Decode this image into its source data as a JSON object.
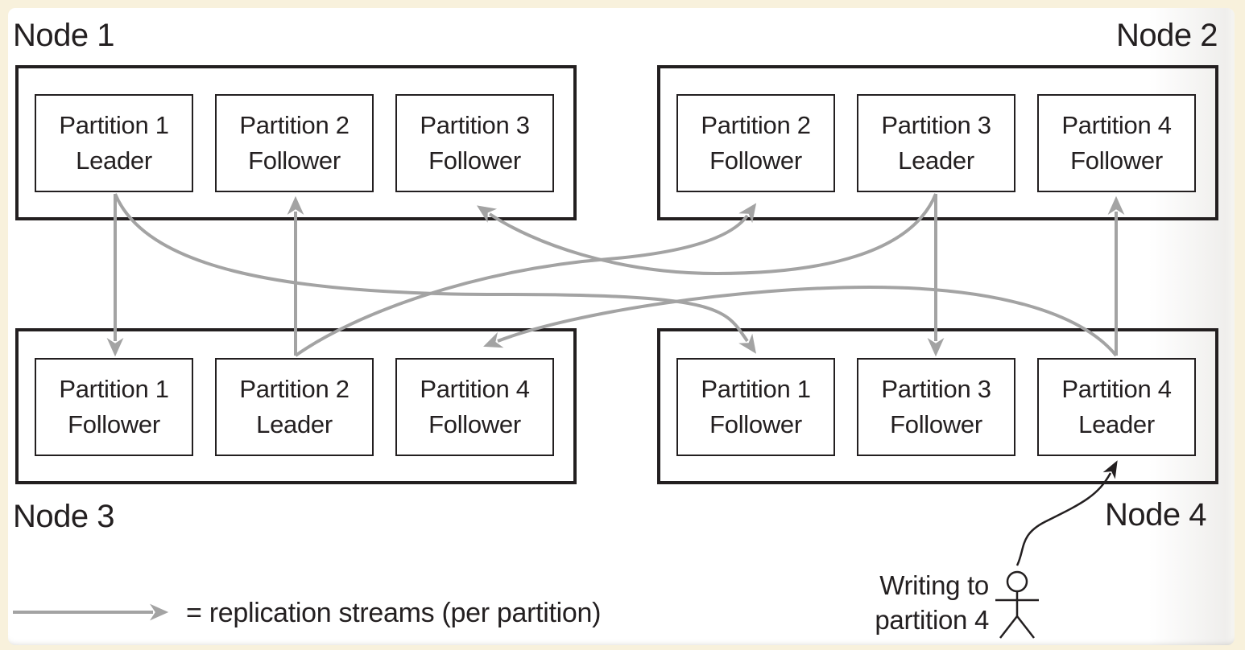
{
  "theme": {
    "bg": "#f8f1dc",
    "panel": "#ffffff",
    "ink": "#231f20",
    "arrow": "#a3a3a3"
  },
  "nodes": [
    {
      "label": "Node 1",
      "label_position": "top-left",
      "partitions": [
        {
          "name": "Partition 1",
          "role": "Leader"
        },
        {
          "name": "Partition 2",
          "role": "Follower"
        },
        {
          "name": "Partition 3",
          "role": "Follower"
        }
      ]
    },
    {
      "label": "Node 2",
      "label_position": "top-right",
      "partitions": [
        {
          "name": "Partition 2",
          "role": "Follower"
        },
        {
          "name": "Partition 3",
          "role": "Leader"
        },
        {
          "name": "Partition 4",
          "role": "Follower"
        }
      ]
    },
    {
      "label": "Node 3",
      "label_position": "bottom-left",
      "partitions": [
        {
          "name": "Partition 1",
          "role": "Follower"
        },
        {
          "name": "Partition 2",
          "role": "Leader"
        },
        {
          "name": "Partition 4",
          "role": "Follower"
        }
      ]
    },
    {
      "label": "Node 4",
      "label_position": "bottom-right",
      "partitions": [
        {
          "name": "Partition 1",
          "role": "Follower"
        },
        {
          "name": "Partition 3",
          "role": "Follower"
        },
        {
          "name": "Partition 4",
          "role": "Leader"
        }
      ]
    }
  ],
  "streams": [
    {
      "partition": "Partition 1",
      "leader": "Node 1",
      "follower": "Node 3"
    },
    {
      "partition": "Partition 1",
      "leader": "Node 1",
      "follower": "Node 4"
    },
    {
      "partition": "Partition 2",
      "leader": "Node 3",
      "follower": "Node 1"
    },
    {
      "partition": "Partition 2",
      "leader": "Node 3",
      "follower": "Node 2"
    },
    {
      "partition": "Partition 3",
      "leader": "Node 2",
      "follower": "Node 1"
    },
    {
      "partition": "Partition 3",
      "leader": "Node 2",
      "follower": "Node 4"
    },
    {
      "partition": "Partition 4",
      "leader": "Node 4",
      "follower": "Node 2"
    },
    {
      "partition": "Partition 4",
      "leader": "Node 4",
      "follower": "Node 3"
    }
  ],
  "legend": {
    "text": "= replication streams (per partition)"
  },
  "writer": {
    "line1": "Writing to",
    "line2": "partition 4"
  }
}
